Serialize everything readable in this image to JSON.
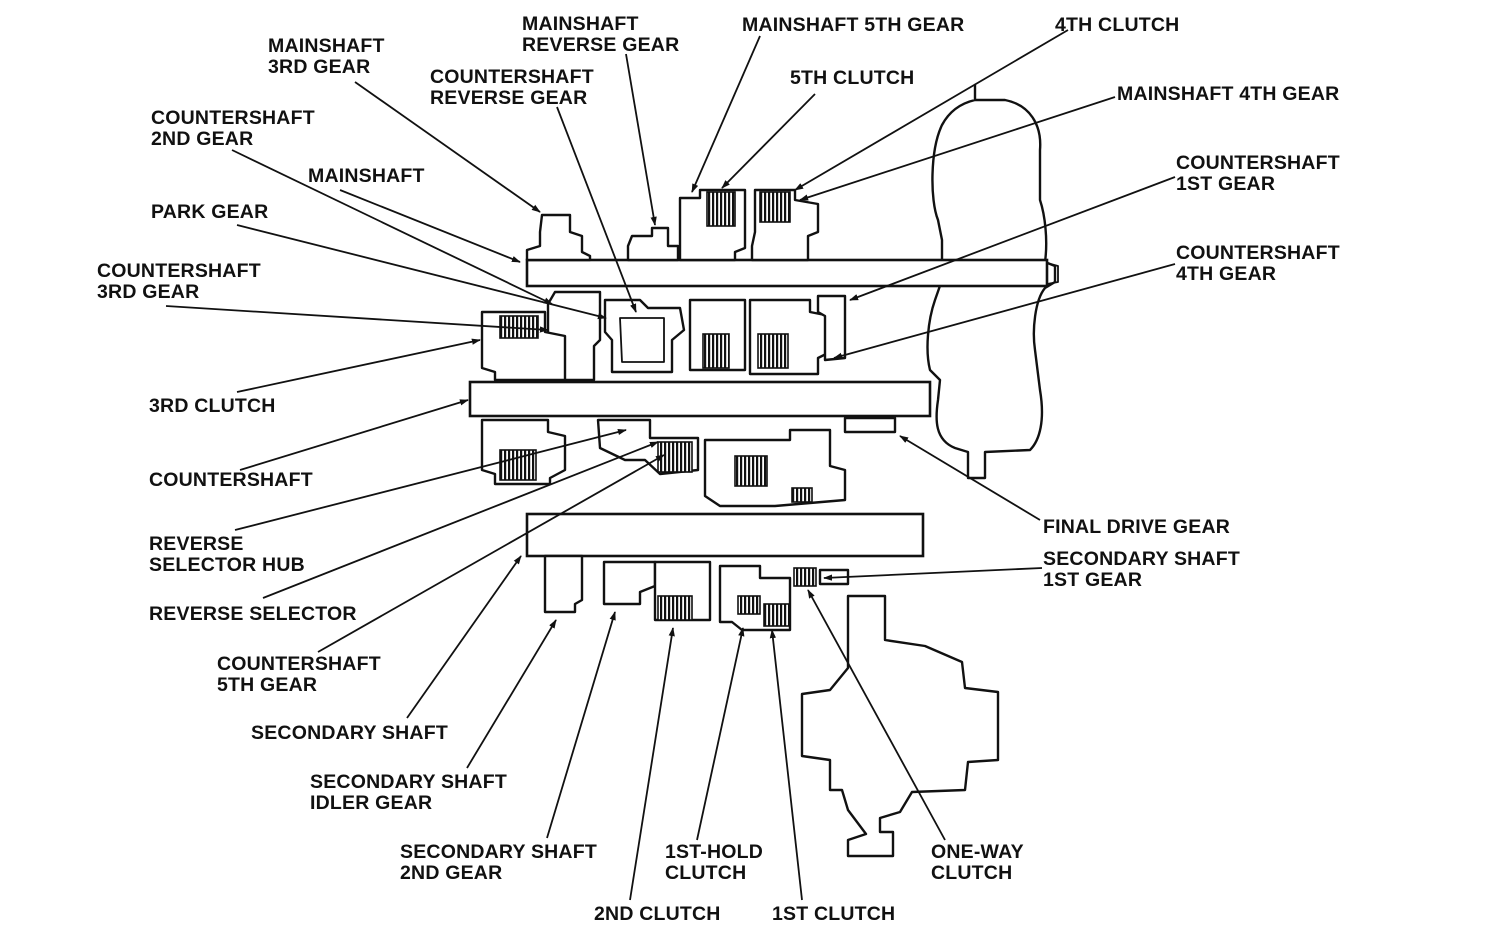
{
  "labels": [
    {
      "id": "mainshaft-3rd-gear",
      "lines": [
        "MAINSHAFT",
        "3RD GEAR"
      ]
    },
    {
      "id": "mainshaft-reverse-gear",
      "lines": [
        "MAINSHAFT",
        "REVERSE GEAR"
      ]
    },
    {
      "id": "mainshaft-5th-gear",
      "lines": [
        "MAINSHAFT 5TH GEAR"
      ]
    },
    {
      "id": "4th-clutch",
      "lines": [
        "4TH CLUTCH"
      ]
    },
    {
      "id": "countershaft-reverse-gear",
      "lines": [
        "COUNTERSHAFT",
        "REVERSE GEAR"
      ]
    },
    {
      "id": "5th-clutch",
      "lines": [
        "5TH CLUTCH"
      ]
    },
    {
      "id": "mainshaft-4th-gear",
      "lines": [
        "MAINSHAFT 4TH GEAR"
      ]
    },
    {
      "id": "countershaft-2nd-gear",
      "lines": [
        "COUNTERSHAFT",
        "2ND GEAR"
      ]
    },
    {
      "id": "countershaft-1st-gear",
      "lines": [
        "COUNTERSHAFT",
        "1ST GEAR"
      ]
    },
    {
      "id": "mainshaft",
      "lines": [
        "MAINSHAFT"
      ]
    },
    {
      "id": "park-gear",
      "lines": [
        "PARK GEAR"
      ]
    },
    {
      "id": "countershaft-4th-gear",
      "lines": [
        "COUNTERSHAFT",
        "4TH GEAR"
      ]
    },
    {
      "id": "countershaft-3rd-gear",
      "lines": [
        "COUNTERSHAFT",
        "3RD GEAR"
      ]
    },
    {
      "id": "3rd-clutch",
      "lines": [
        "3RD CLUTCH"
      ]
    },
    {
      "id": "countershaft",
      "lines": [
        "COUNTERSHAFT"
      ]
    },
    {
      "id": "final-drive-gear",
      "lines": [
        "FINAL DRIVE GEAR"
      ]
    },
    {
      "id": "reverse-selector-hub",
      "lines": [
        "REVERSE",
        "SELECTOR HUB"
      ]
    },
    {
      "id": "secondary-shaft-1st-gear",
      "lines": [
        "SECONDARY SHAFT",
        "1ST GEAR"
      ]
    },
    {
      "id": "reverse-selector",
      "lines": [
        "REVERSE SELECTOR"
      ]
    },
    {
      "id": "countershaft-5th-gear",
      "lines": [
        "COUNTERSHAFT",
        "5TH GEAR"
      ]
    },
    {
      "id": "secondary-shaft",
      "lines": [
        "SECONDARY SHAFT"
      ]
    },
    {
      "id": "secondary-shaft-idler-gear",
      "lines": [
        "SECONDARY SHAFT",
        "IDLER GEAR"
      ]
    },
    {
      "id": "secondary-shaft-2nd-gear",
      "lines": [
        "SECONDARY SHAFT",
        "2ND GEAR"
      ]
    },
    {
      "id": "1st-hold-clutch",
      "lines": [
        "1ST-HOLD",
        "CLUTCH"
      ]
    },
    {
      "id": "one-way-clutch",
      "lines": [
        "ONE-WAY",
        "CLUTCH"
      ]
    },
    {
      "id": "2nd-clutch",
      "lines": [
        "2ND CLUTCH"
      ]
    },
    {
      "id": "1st-clutch",
      "lines": [
        "1ST CLUTCH"
      ]
    }
  ]
}
